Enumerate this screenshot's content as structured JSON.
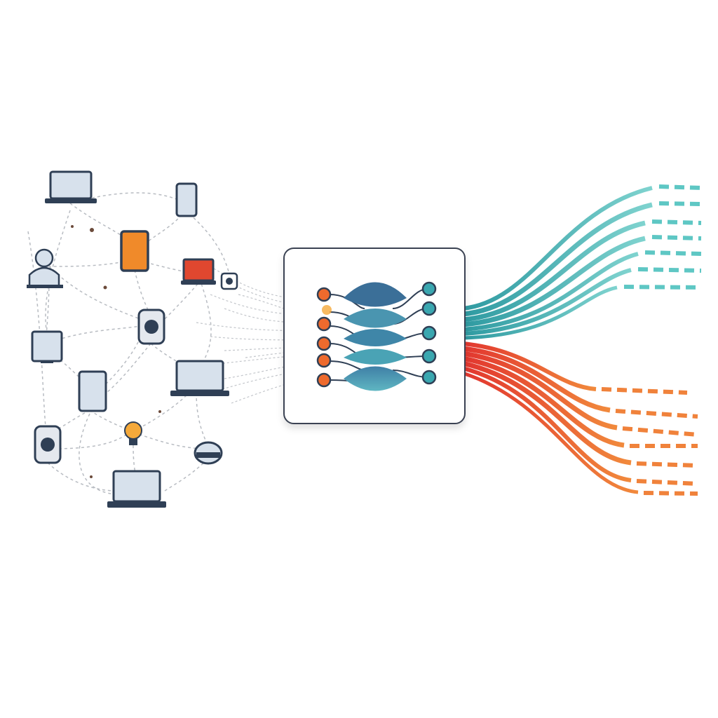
{
  "colors": {
    "background": "#ffffff",
    "device_frame": "#2f3f55",
    "device_screen": "#d7e1ec",
    "tablet_orange": "#f08a2a",
    "laptop_red": "#e0472f",
    "bulb_yellow": "#f5a93a",
    "node_orange": "#ee6a2d",
    "node_teal": "#3aa7b0",
    "layer_dark": "#3b6f98",
    "layer_teal": "#4aa3b5",
    "stream_teal": "#5ec7c4",
    "stream_red": "#e8453a",
    "stream_orange": "#f0823b",
    "connector_gray": "#b5b9bf"
  },
  "left_network": {
    "devices": [
      {
        "kind": "laptop",
        "icon": "laptop-icon"
      },
      {
        "kind": "phone",
        "icon": "smartphone-icon"
      },
      {
        "kind": "tablet",
        "icon": "tablet-icon",
        "accent": "orange"
      },
      {
        "kind": "user",
        "icon": "user-icon"
      },
      {
        "kind": "laptop",
        "icon": "laptop-icon",
        "accent": "red"
      },
      {
        "kind": "speaker",
        "icon": "speaker-icon"
      },
      {
        "kind": "camera",
        "icon": "camera-icon"
      },
      {
        "kind": "tablet",
        "icon": "tablet-icon"
      },
      {
        "kind": "laptop",
        "icon": "laptop-icon"
      },
      {
        "kind": "tablet",
        "icon": "tablet-icon"
      },
      {
        "kind": "speaker",
        "icon": "speaker-icon"
      },
      {
        "kind": "bulb",
        "icon": "lightbulb-icon"
      },
      {
        "kind": "headset",
        "icon": "headset-icon"
      },
      {
        "kind": "laptop",
        "icon": "laptop-icon"
      }
    ]
  },
  "processor": {
    "icon": "neural-network-icon"
  },
  "output_streams": [
    {
      "name_icon": "stream-teal-icon",
      "color": "teal"
    },
    {
      "name_icon": "stream-red-icon",
      "color": "red-orange"
    }
  ]
}
